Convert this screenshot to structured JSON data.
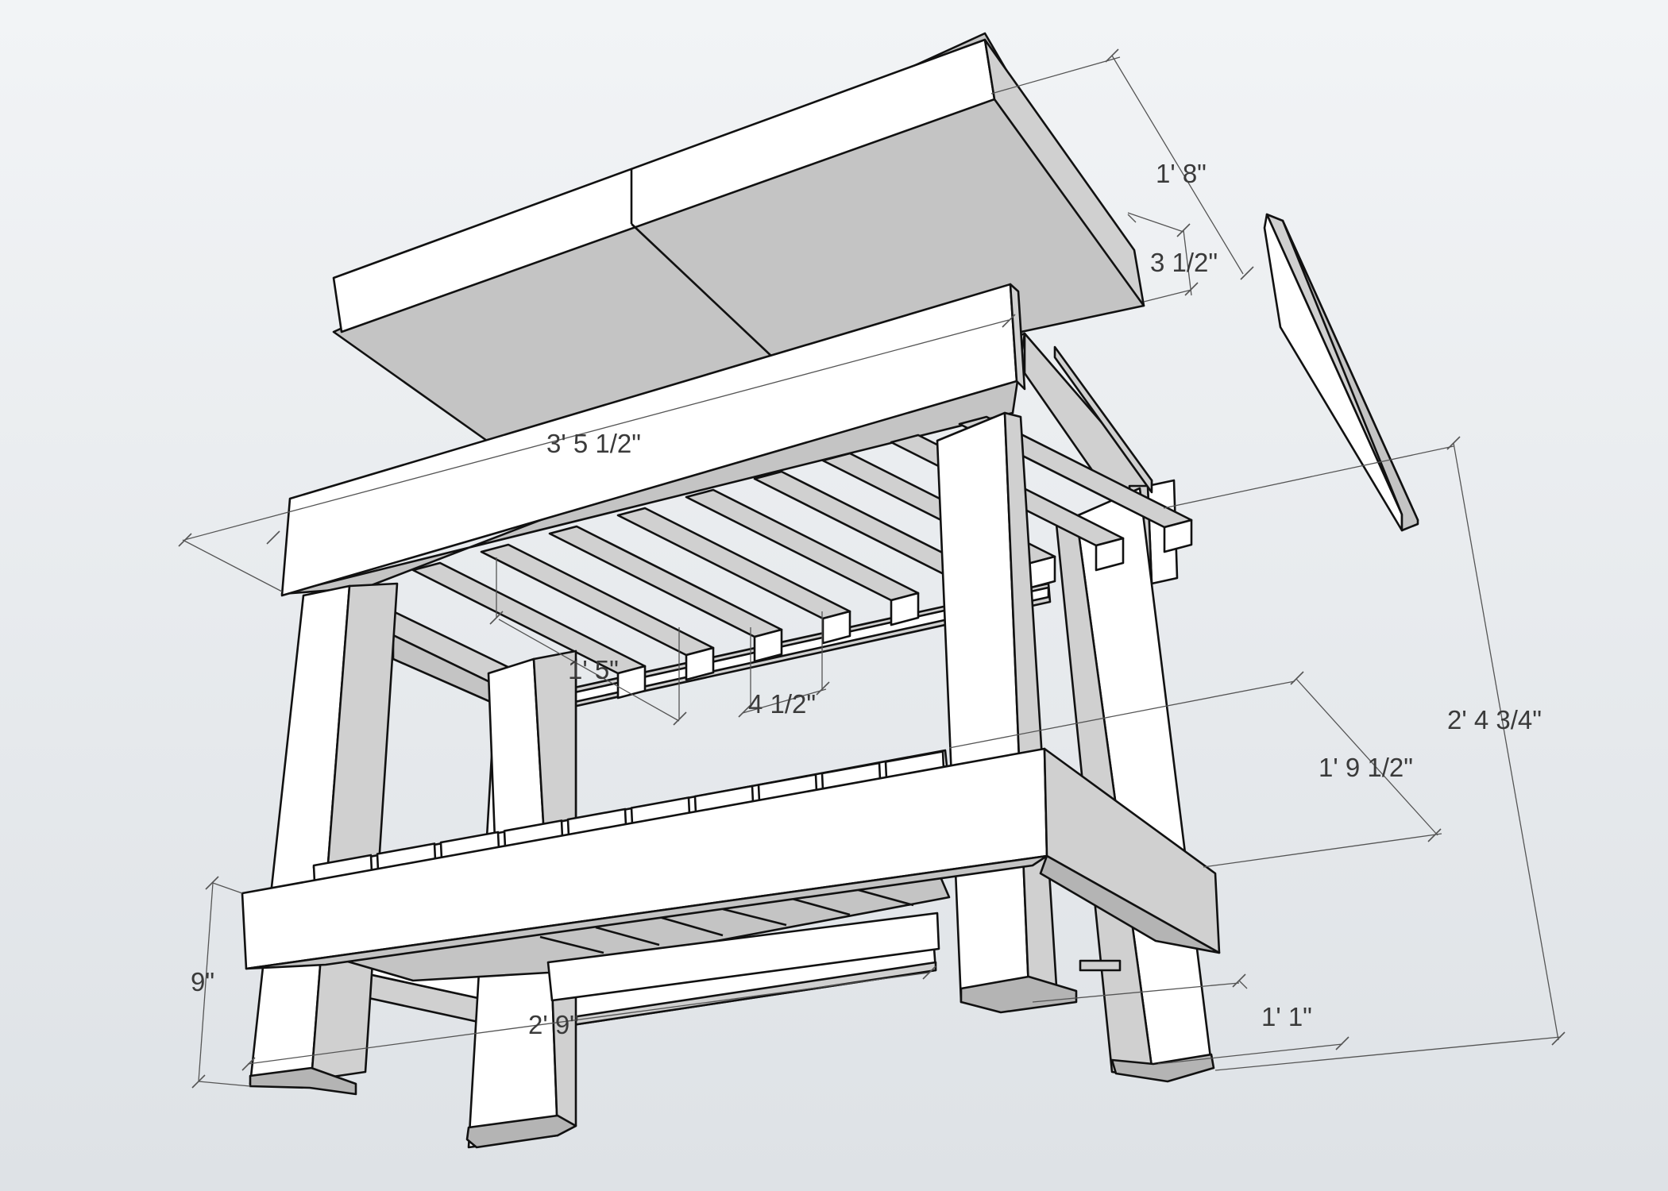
{
  "diagram": {
    "dimensions": {
      "slab_depth": "1' 8\"",
      "slab_thickness": "3 1/2\"",
      "top_length": "3' 5 1/2\"",
      "slat_length": "1' 5\"",
      "slat_spacing": "4 1/2\"",
      "overall_height": "2' 4 3/4\"",
      "shelf_depth": "1' 9 1/2\"",
      "shelf_height": "9\"",
      "shelf_width": "2' 9\"",
      "leg_offset": "1' 1\""
    }
  }
}
